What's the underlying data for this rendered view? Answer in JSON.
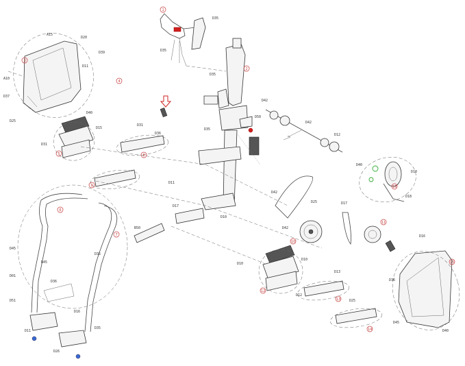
{
  "colors": {
    "line": "#444444",
    "callout": "#c43a3a",
    "highlight_red": "#d02020",
    "highlight_green": "#33aa33",
    "highlight_blue": "#3a6ad6"
  },
  "labels": {
    "l1": "A10",
    "l2": "D37",
    "l3": "D25",
    "l4": "A15",
    "l5": "D20",
    "l6": "D39",
    "l7": "D11",
    "l8": "D40",
    "l9": "D31",
    "l10": "D15",
    "l11": "B50",
    "l12": "D45",
    "l13": "D01",
    "l14": "D45",
    "l15": "D51",
    "l16": "D36",
    "l17": "D35",
    "l18": "D16",
    "l19": "D35",
    "l20": "D26",
    "l21": "D11",
    "l22": "D35",
    "l23": "D35",
    "l24": "D35",
    "l25": "D35",
    "l26": "D50",
    "l27": "D31",
    "l28": "D36",
    "l29": "D11",
    "l30": "D17",
    "l31": "D42",
    "l32": "D42",
    "l33": "D12",
    "l34": "D40",
    "l35": "D10",
    "l36": "D18",
    "l37": "D42",
    "l38": "D42",
    "l39": "D25",
    "l40": "D17",
    "l41": "D10",
    "l42": "D10",
    "l43": "D12",
    "l44": "D13",
    "l45": "D25",
    "l46": "D36",
    "l47": "D16",
    "l48": "D40",
    "l49": "D45",
    "l50": "D10"
  },
  "callouts": {
    "c1": "1",
    "c2": "2",
    "c3": "3",
    "c4": "4",
    "c5": "5",
    "c6": "6",
    "c7": "7",
    "c8": "8",
    "c9": "9",
    "c10": "10",
    "c11": "11",
    "c12": "12",
    "c13": "13",
    "c14": "14",
    "c15": "15",
    "c16": "16"
  }
}
